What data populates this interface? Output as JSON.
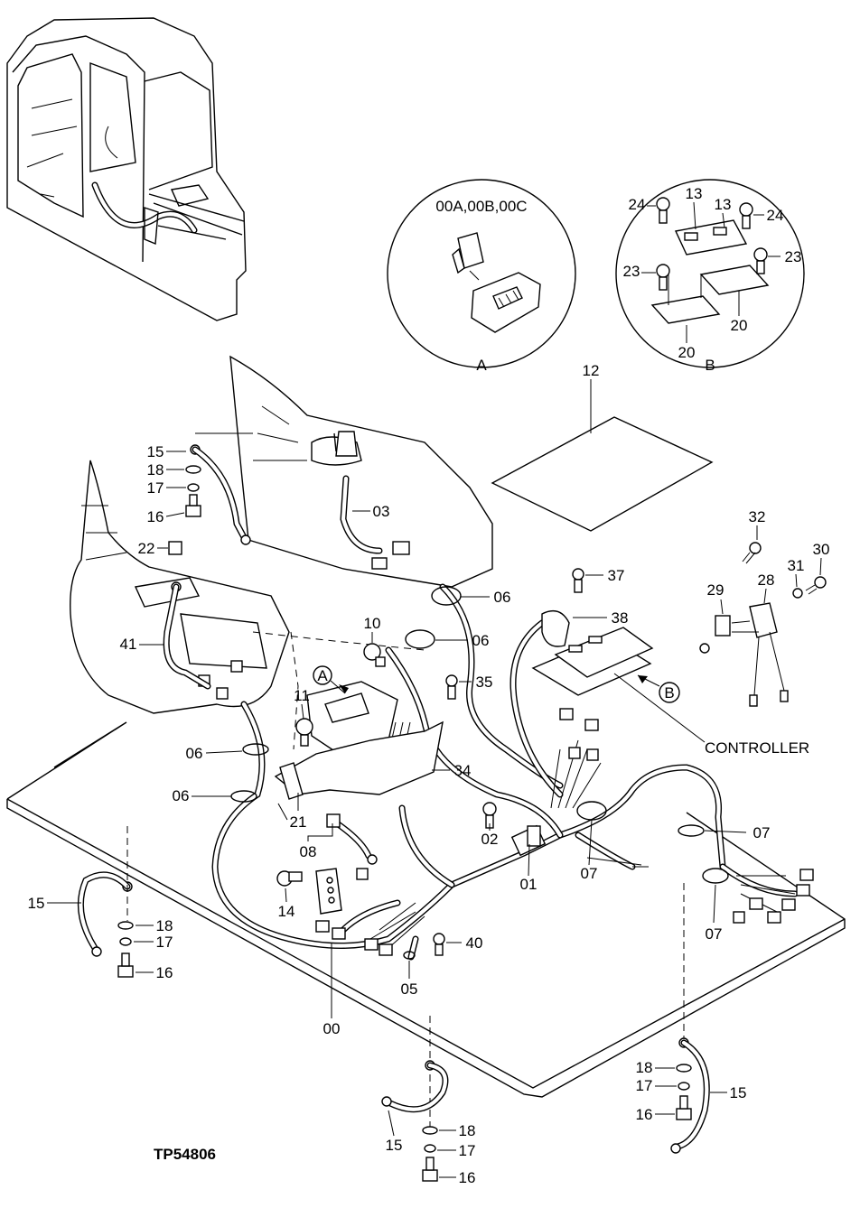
{
  "diagram": {
    "figure_id": "TP54806",
    "detail_a": {
      "letter": "A",
      "title": "00A,00B,00C"
    },
    "detail_b": {
      "letter": "B",
      "labels": [
        "24",
        "13",
        "13",
        "24",
        "23",
        "23",
        "20",
        "20"
      ]
    },
    "controller_label": "CONTROLLER",
    "pointer_a": "A",
    "pointer_b": "B",
    "callouts": [
      "12",
      "15",
      "18",
      "17",
      "16",
      "03",
      "22",
      "41",
      "06",
      "06",
      "06",
      "06",
      "10",
      "35",
      "37",
      "38",
      "32",
      "31",
      "30",
      "29",
      "28",
      "11",
      "34",
      "21",
      "08",
      "02",
      "01",
      "07",
      "07",
      "07",
      "14",
      "40",
      "05",
      "00",
      "15",
      "18",
      "17",
      "16",
      "15",
      "18",
      "17",
      "16",
      "15",
      "18",
      "17",
      "16"
    ]
  }
}
